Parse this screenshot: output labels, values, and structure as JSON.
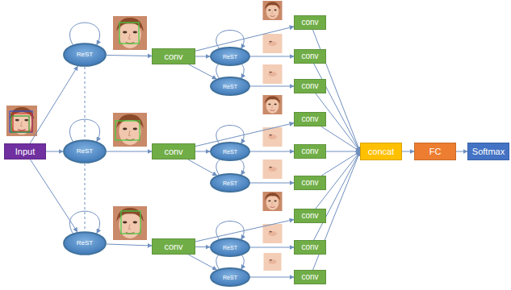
{
  "diagram": {
    "nodes": [
      {
        "text": [
          "Input"
        ]
      },
      {
        "text": [
          "ReST"
        ]
      },
      {
        "text": [
          "ReST"
        ]
      },
      {
        "text": [
          "ReST"
        ]
      },
      {
        "text": [
          "conv"
        ]
      },
      {
        "text": [
          "conv"
        ]
      },
      {
        "text": [
          "conv"
        ]
      },
      {
        "text": [
          "ReST"
        ]
      },
      {
        "text": [
          "ReST"
        ]
      },
      {
        "text": [
          "ReST"
        ]
      },
      {
        "text": [
          "ReST"
        ]
      },
      {
        "text": [
          "ReST"
        ]
      },
      {
        "text": [
          "ReST"
        ]
      },
      {
        "text": [
          "conv"
        ]
      },
      {
        "text": [
          "conv"
        ]
      },
      {
        "text": [
          "conv"
        ]
      },
      {
        "text": [
          "conv"
        ]
      },
      {
        "text": [
          "conv"
        ]
      },
      {
        "text": [
          "conv"
        ]
      },
      {
        "text": [
          "conv"
        ]
      },
      {
        "text": [
          "conv"
        ]
      },
      {
        "text": [
          "conv"
        ]
      },
      {
        "text": [
          "concat"
        ]
      },
      {
        "text": [
          "FC"
        ]
      },
      {
        "text": [
          "Softmax"
        ]
      }
    ],
    "edges": [
      {
        "from": 0,
        "to": 1,
        "arrow": "to"
      },
      {
        "from": 0,
        "to": 2,
        "arrow": "to"
      },
      {
        "from": 0,
        "to": 3,
        "arrow": "to"
      },
      {
        "from": 1,
        "to": 1,
        "arrow": "to"
      },
      {
        "from": 2,
        "to": 2,
        "arrow": "to"
      },
      {
        "from": 3,
        "to": 3,
        "arrow": "to"
      },
      {
        "from": 1,
        "to": 2,
        "arrow": "none"
      },
      {
        "from": 2,
        "to": 3,
        "arrow": "none"
      },
      {
        "from": 1,
        "to": 4,
        "arrow": "to"
      },
      {
        "from": 2,
        "to": 5,
        "arrow": "to"
      },
      {
        "from": 3,
        "to": 6,
        "arrow": "to"
      },
      {
        "from": 4,
        "to": 13,
        "arrow": "to"
      },
      {
        "from": 4,
        "to": 7,
        "arrow": "to"
      },
      {
        "from": 4,
        "to": 8,
        "arrow": "to"
      },
      {
        "from": 5,
        "to": 16,
        "arrow": "to"
      },
      {
        "from": 5,
        "to": 9,
        "arrow": "to"
      },
      {
        "from": 5,
        "to": 10,
        "arrow": "to"
      },
      {
        "from": 6,
        "to": 19,
        "arrow": "to"
      },
      {
        "from": 6,
        "to": 11,
        "arrow": "to"
      },
      {
        "from": 6,
        "to": 12,
        "arrow": "to"
      },
      {
        "from": 7,
        "to": 7,
        "arrow": "to"
      },
      {
        "from": 8,
        "to": 8,
        "arrow": "to"
      },
      {
        "from": 9,
        "to": 9,
        "arrow": "to"
      },
      {
        "from": 10,
        "to": 10,
        "arrow": "to"
      },
      {
        "from": 11,
        "to": 11,
        "arrow": "to"
      },
      {
        "from": 12,
        "to": 12,
        "arrow": "to"
      },
      {
        "from": 7,
        "to": 14,
        "arrow": "to"
      },
      {
        "from": 8,
        "to": 15,
        "arrow": "to"
      },
      {
        "from": 9,
        "to": 17,
        "arrow": "to"
      },
      {
        "from": 10,
        "to": 18,
        "arrow": "to"
      },
      {
        "from": 11,
        "to": 20,
        "arrow": "to"
      },
      {
        "from": 12,
        "to": 21,
        "arrow": "to"
      },
      {
        "from": 13,
        "to": 22,
        "arrow": "to"
      },
      {
        "from": 14,
        "to": 22,
        "arrow": "to"
      },
      {
        "from": 15,
        "to": 22,
        "arrow": "to"
      },
      {
        "from": 16,
        "to": 22,
        "arrow": "to"
      },
      {
        "from": 17,
        "to": 22,
        "arrow": "to"
      },
      {
        "from": 18,
        "to": 22,
        "arrow": "to"
      },
      {
        "from": 19,
        "to": 22,
        "arrow": "to"
      },
      {
        "from": 20,
        "to": 22,
        "arrow": "to"
      },
      {
        "from": 21,
        "to": 22,
        "arrow": "to"
      },
      {
        "from": 22,
        "to": 23,
        "arrow": "to"
      },
      {
        "from": 23,
        "to": 24,
        "arrow": "to"
      }
    ]
  }
}
